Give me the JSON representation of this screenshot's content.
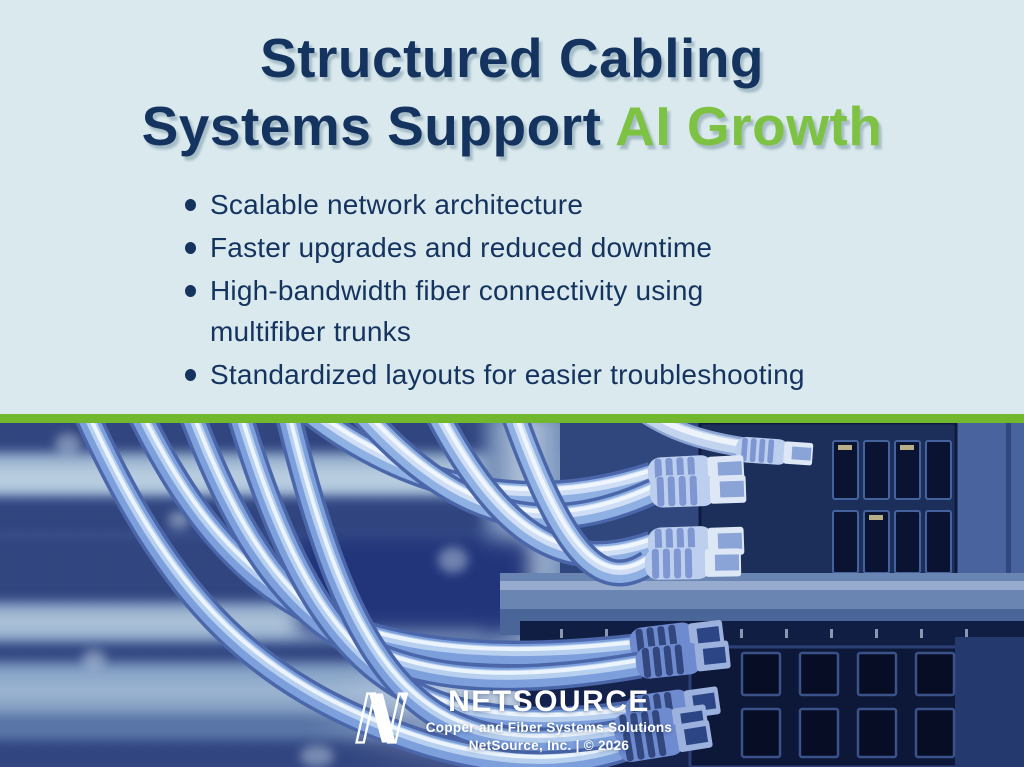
{
  "title": {
    "line1": "Structured Cabling",
    "line2_prefix": "Systems Support ",
    "highlight": "AI Growth"
  },
  "bullets": [
    "Scalable network architecture",
    "Faster upgrades and reduced downtime",
    "High-bandwidth fiber connectivity using\nmultifiber trunks",
    "Standardized layouts for easier troubleshooting"
  ],
  "logo": {
    "brand": "NETSOURCE",
    "tagline": "Copper and Fiber Systems Solutions",
    "legal": "NetSource, Inc. | © 2026"
  },
  "image_alt": "Blue network patch cables plugged into rack switch panels",
  "colors": {
    "background": "#d9e9ed",
    "navy_text": "#14335f",
    "highlight_green": "#7dc242",
    "divider_green": "#72b82e",
    "photo_base_blue": "#46619e"
  }
}
